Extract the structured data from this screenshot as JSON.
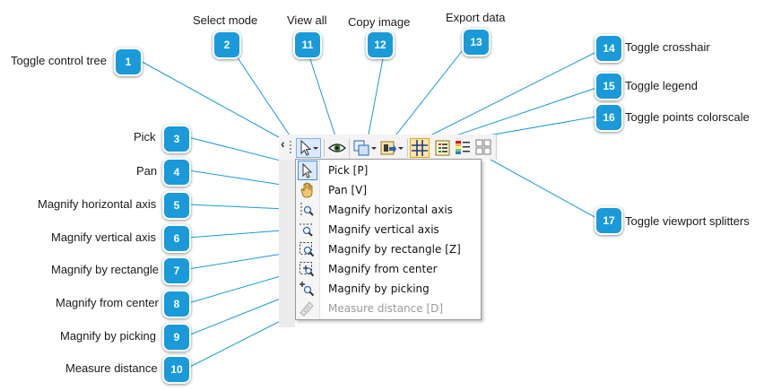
{
  "callouts": [
    {
      "num": "1",
      "label": "Toggle control tree"
    },
    {
      "num": "2",
      "label": "Select mode"
    },
    {
      "num": "11",
      "label": "View all"
    },
    {
      "num": "12",
      "label": "Copy image"
    },
    {
      "num": "13",
      "label": "Export data"
    },
    {
      "num": "14",
      "label": "Toggle crosshair"
    },
    {
      "num": "15",
      "label": "Toggle legend"
    },
    {
      "num": "16",
      "label": "Toggle points colorscale"
    },
    {
      "num": "17",
      "label": "Toggle viewport splitters"
    },
    {
      "num": "3",
      "label": "Pick"
    },
    {
      "num": "4",
      "label": "Pan"
    },
    {
      "num": "5",
      "label": "Magnify horizontal axis"
    },
    {
      "num": "6",
      "label": "Magnify vertical axis"
    },
    {
      "num": "7",
      "label": "Magnify by rectangle"
    },
    {
      "num": "8",
      "label": "Magnify from center"
    },
    {
      "num": "9",
      "label": "Magnify by picking"
    },
    {
      "num": "10",
      "label": "Measure distance"
    }
  ],
  "toolbar": {
    "collapse_glyph": "‹",
    "buttons": [
      {
        "icon": "cursor-arrow-icon",
        "dropdown": true
      },
      {
        "icon": "eye-icon",
        "dropdown": false
      },
      {
        "icon": "copy-image-icon",
        "dropdown": true
      },
      {
        "icon": "export-data-icon",
        "dropdown": true
      },
      {
        "icon": "crosshair-icon",
        "checked": true
      },
      {
        "icon": "legend-icon",
        "checked": false
      },
      {
        "icon": "colorscale-icon",
        "checked": false
      },
      {
        "icon": "viewport-splitter-icon",
        "checked": false
      }
    ]
  },
  "menu": {
    "items": [
      {
        "label": "Pick [P]",
        "icon": "cursor-arrow-icon",
        "selected": true,
        "enabled": true
      },
      {
        "label": "Pan [V]",
        "icon": "hand-icon",
        "selected": false,
        "enabled": true
      },
      {
        "label": "Magnify horizontal axis",
        "icon": "magnify-horizontal-icon",
        "selected": false,
        "enabled": true
      },
      {
        "label": "Magnify vertical axis",
        "icon": "magnify-vertical-icon",
        "selected": false,
        "enabled": true
      },
      {
        "label": "Magnify by rectangle [Z]",
        "icon": "magnify-rectangle-icon",
        "selected": false,
        "enabled": true
      },
      {
        "label": "Magnify from center",
        "icon": "magnify-center-icon",
        "selected": false,
        "enabled": true
      },
      {
        "label": "Magnify by picking",
        "icon": "magnify-picking-icon",
        "selected": false,
        "enabled": true
      },
      {
        "label": "Measure distance [D]",
        "icon": "ruler-icon",
        "selected": false,
        "enabled": false
      }
    ]
  },
  "colors": {
    "badge": "#1a9ad9",
    "leader_line": "#1a9ad9",
    "checked_button": "#fde7a8"
  }
}
